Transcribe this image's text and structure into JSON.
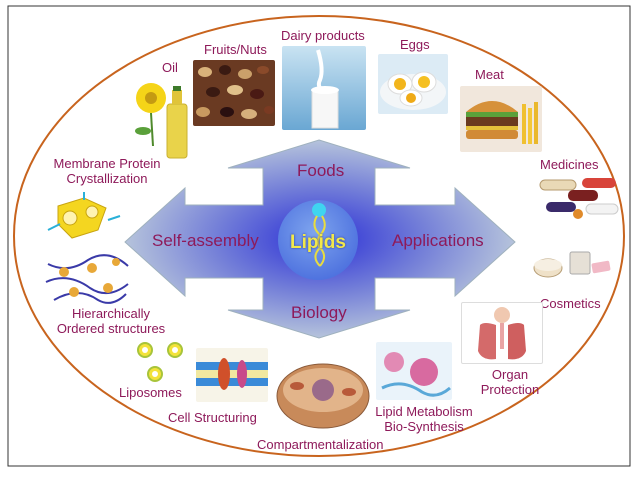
{
  "center": {
    "title": "Lipids"
  },
  "arrows": {
    "top": "Foods",
    "left": "Self-assembly",
    "right": "Applications",
    "bottom": "Biology"
  },
  "foods": {
    "oil": "Oil",
    "fruits": "Fruits/Nuts",
    "dairy": "Dairy products",
    "eggs": "Eggs",
    "meat": "Meat"
  },
  "applications": {
    "medicines": "Medicines",
    "cosmetics": "Cosmetics",
    "organ_line1": "Organ",
    "organ_line2": "Protection"
  },
  "self_assembly": {
    "membrane_line1": "Membrane Protein",
    "membrane_line2": "Crystallization",
    "hier_line1": "Hierarchically",
    "hier_line2": "Ordered structures"
  },
  "biology": {
    "liposomes": "Liposomes",
    "cell": "Cell Structuring",
    "compartment": "Compartmentalization",
    "metabolism_line1": "Lipid Metabolism",
    "metabolism_line2": "Bio-Synthesis"
  },
  "colors": {
    "ellipse_stroke": "#c8641e",
    "label": "#8e1a5a",
    "arrow_outer": "#b7c9d6",
    "arrow_inner": "#2b2fd6",
    "center_text": "#f2e84a"
  }
}
